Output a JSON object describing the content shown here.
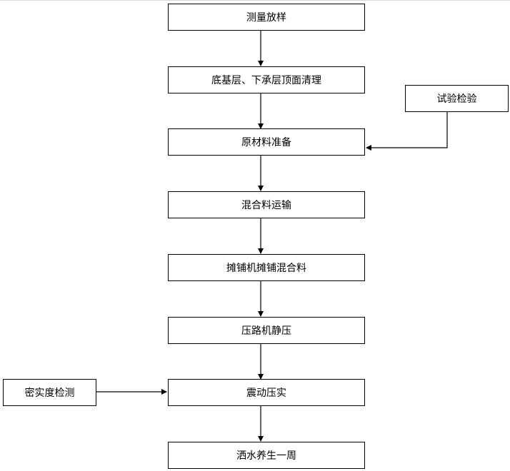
{
  "flowchart": {
    "steps": [
      "测量放样",
      "底基层、下承层顶面清理",
      "原材料准备",
      "混合料运输",
      "摊铺机摊铺混合料",
      "压路机静压",
      "震动压实",
      "洒水养生一周"
    ],
    "side_inputs": {
      "test_inspection": "试验检验",
      "density_testing": "密实度检测"
    }
  }
}
